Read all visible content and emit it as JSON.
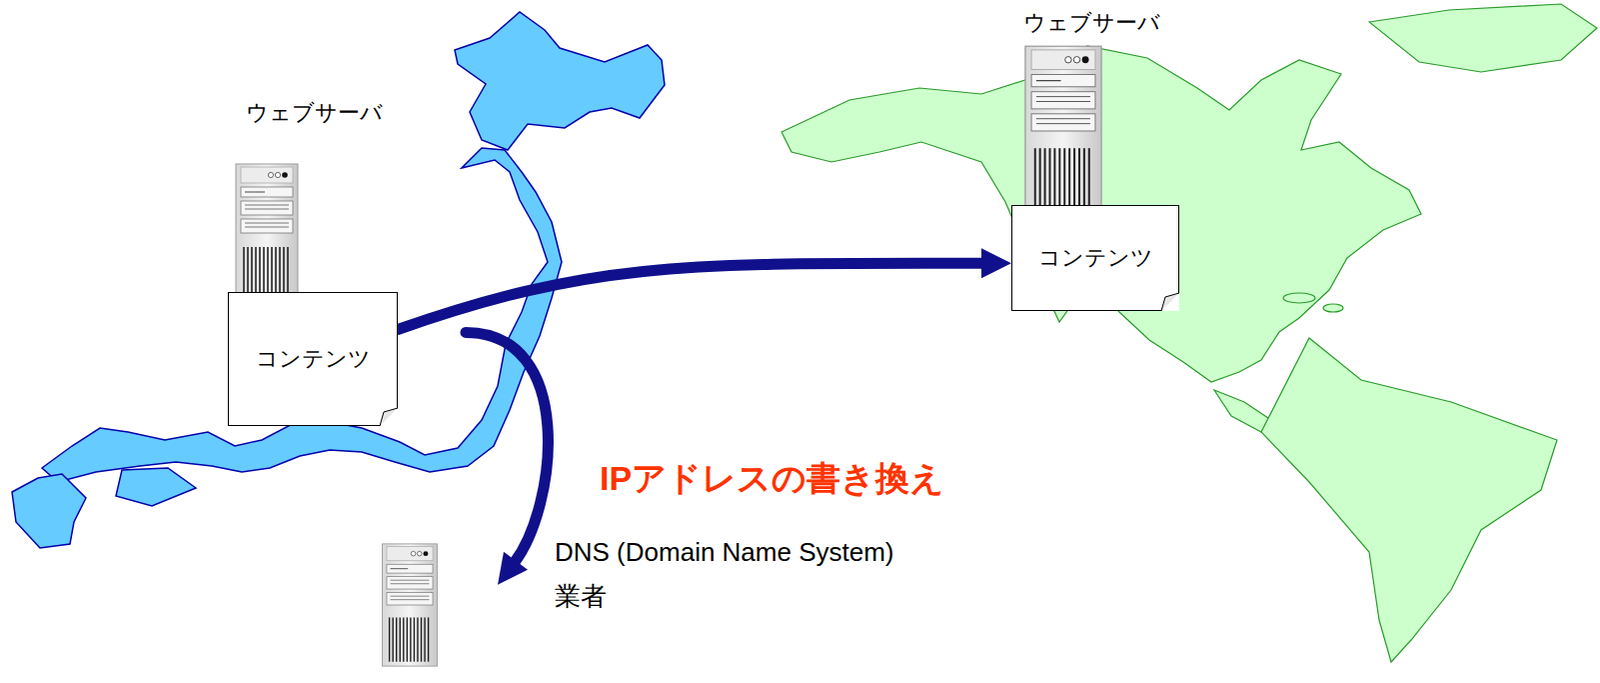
{
  "diagram": {
    "nodes": [
      {
        "text": [
          "ウェブサーバ"
        ]
      },
      {
        "text": [
          "コンテンツ"
        ]
      },
      {
        "text": [
          "ウェブサーバ"
        ]
      },
      {
        "text": [
          "コンテンツ"
        ]
      },
      {
        "text": [
          "DNS (Domain Name System) 業者"
        ]
      }
    ],
    "edges": [
      {
        "from": 1,
        "to": 3,
        "arrow": "to"
      },
      {
        "from": 0,
        "to": 4,
        "arrow": "to",
        "label": "IPアドレスの書き換え"
      }
    ]
  }
}
